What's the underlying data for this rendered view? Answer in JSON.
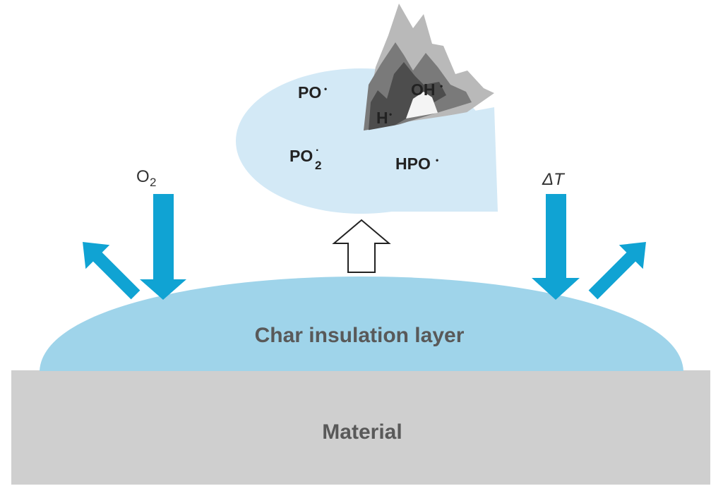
{
  "diagram": {
    "material_label": "Material",
    "char_layer_label": "Char insulation layer",
    "oxygen_label": "O",
    "oxygen_subscript": "2",
    "heat_label": "ΔT",
    "radicals": {
      "po": "PO",
      "po2": "PO",
      "po2_subscript": "2",
      "hpo": "HPO",
      "oh": "OH",
      "h": "H",
      "radical_mark": "•",
      "po2_mark": "·"
    },
    "colors": {
      "material": "#cfcfcf",
      "char_layer": "#9fd4ea",
      "gas_phase_bubble": "#d3e9f6",
      "arrow": "#10a3d3",
      "flame_outer": "#b9b9b9",
      "flame_mid": "#7a7a7a",
      "flame_core": "#4d4d4d"
    }
  }
}
